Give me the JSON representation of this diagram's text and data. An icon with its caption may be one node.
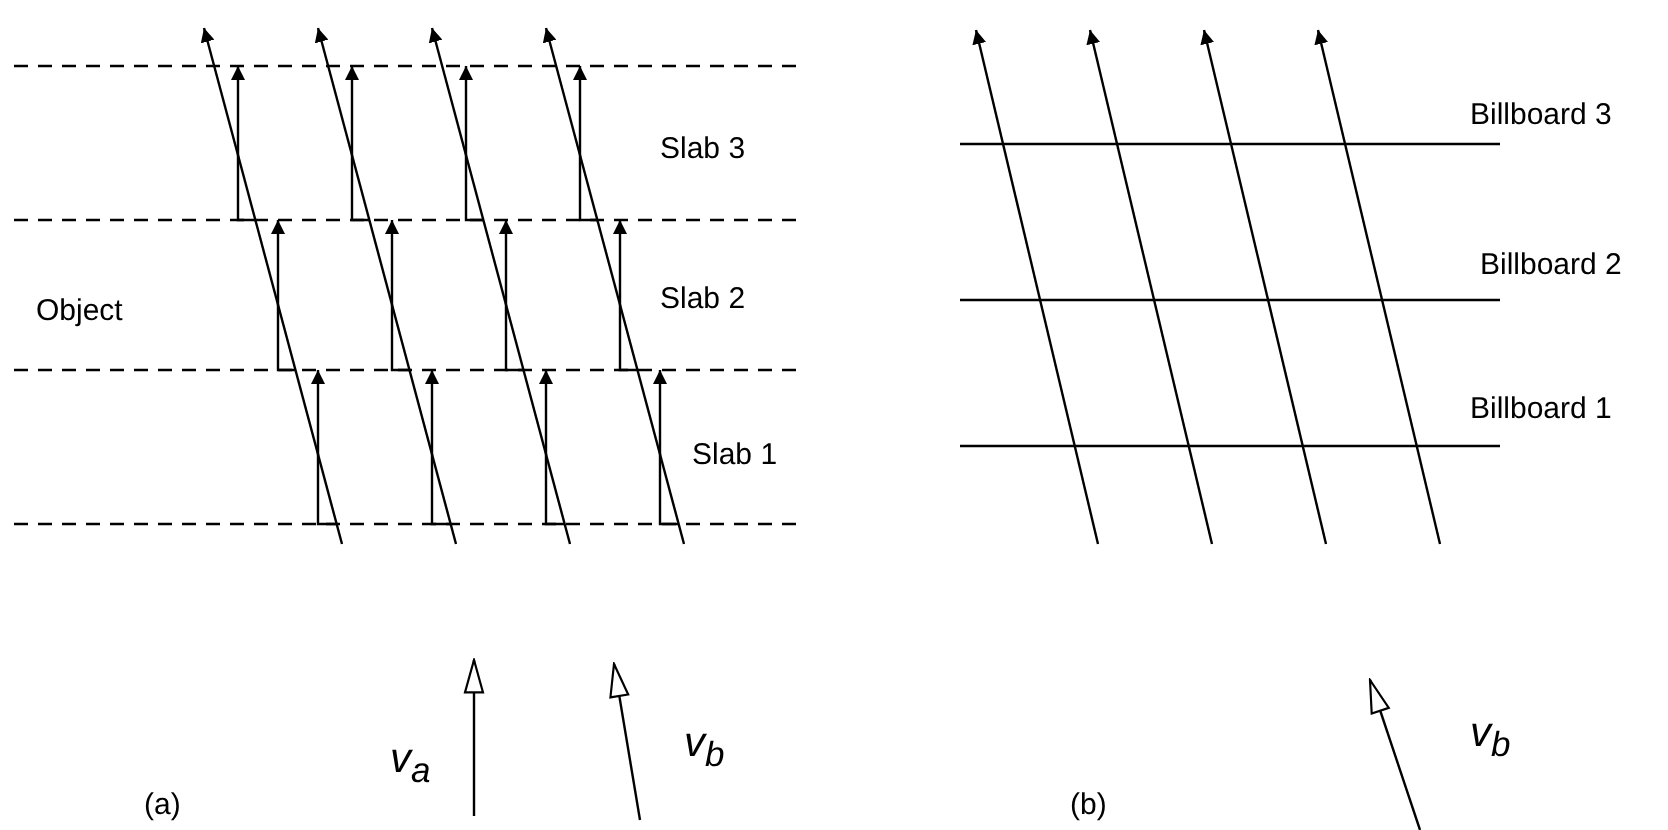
{
  "diagram": {
    "labels": [
      "Slab 3",
      "Object",
      "Slab 2",
      "Slab 1",
      "Billboard 3",
      "Billboard 2",
      "Billboard 1",
      "v$_{a}$",
      "v$_{b}$",
      "(a)",
      "v$_{b}$",
      "(b)"
    ]
  }
}
